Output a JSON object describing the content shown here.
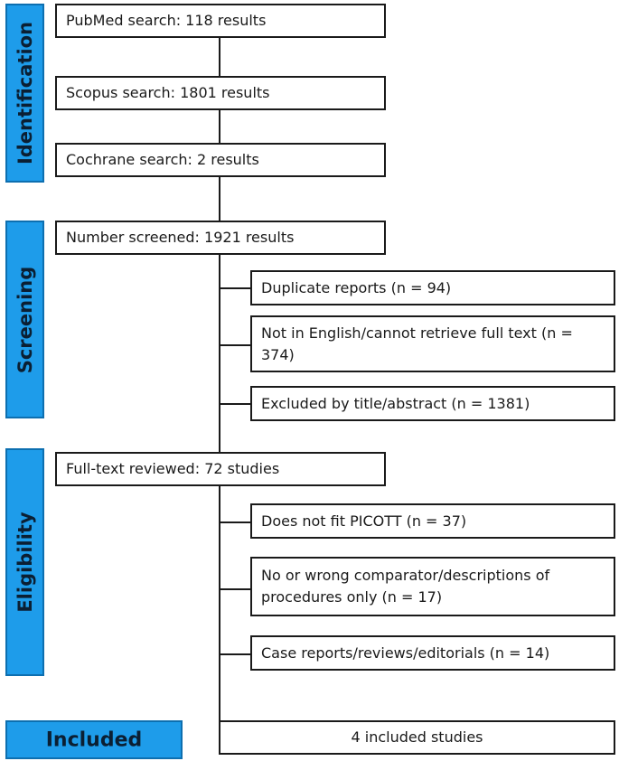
{
  "phases": {
    "identification": "Identification",
    "screening": "Screening",
    "eligibility": "Eligibility",
    "included": "Included"
  },
  "identification": {
    "pubmed": "PubMed search: 118 results",
    "scopus": "Scopus search: 1801 results",
    "cochrane": "Cochrane search: 2 results"
  },
  "screening": {
    "screened": "Number screened: 1921 results",
    "duplicates": "Duplicate reports (n = 94)",
    "not_english": "Not in English/cannot retrieve full text (n = 374)",
    "excluded_title": "Excluded by title/abstract (n = 1381)"
  },
  "eligibility": {
    "fulltext": "Full-text reviewed: 72 studies",
    "picott": "Does not fit PICOTT (n = 37)",
    "comparator": "No or wrong comparator/descriptions of procedures only (n = 17)",
    "case_reports": "Case reports/reviews/editorials (n = 14)"
  },
  "included": {
    "studies": "4 included studies"
  }
}
